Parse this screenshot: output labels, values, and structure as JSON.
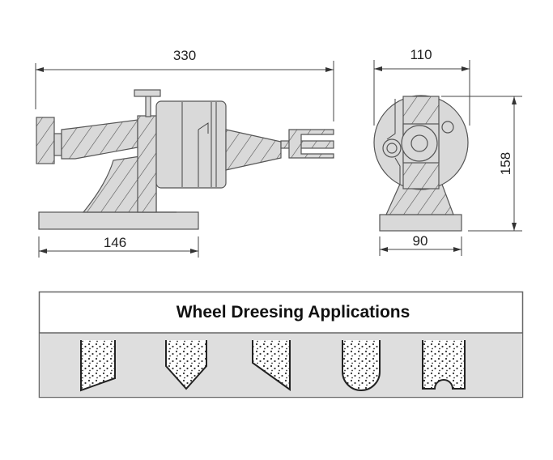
{
  "side_view": {
    "length_label": "330",
    "base_label": "146"
  },
  "end_view": {
    "width_label": "110",
    "height_label": "158",
    "base_label": "90"
  },
  "applications": {
    "title": "Wheel Dreesing Applications",
    "shapes": [
      "angled-flat",
      "v-point",
      "bevel",
      "radius",
      "concave-radius"
    ]
  },
  "colors": {
    "part_fill": "#d9d9d9",
    "panel_fill": "#dedede",
    "line": "#444444"
  }
}
